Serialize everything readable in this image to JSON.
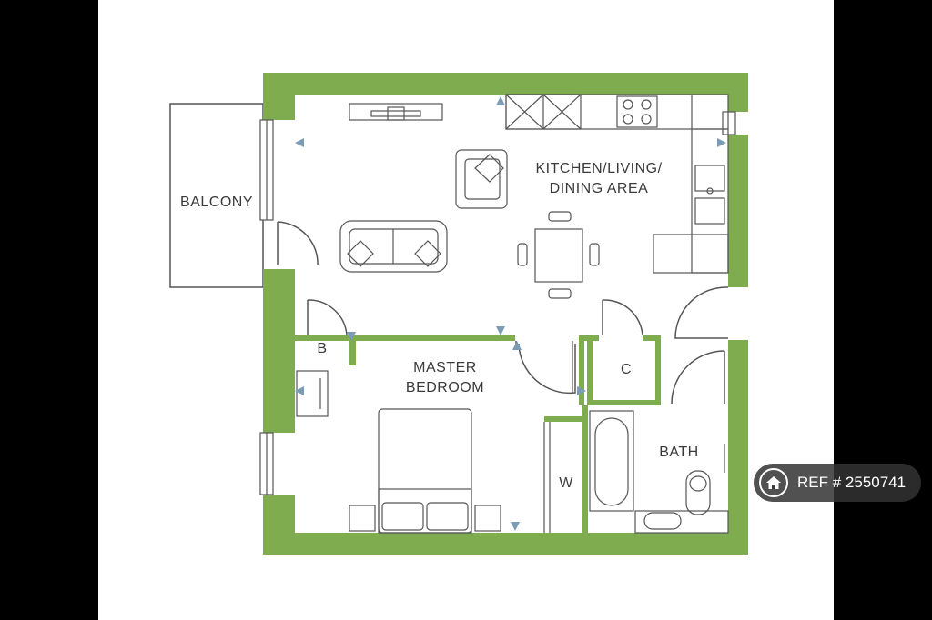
{
  "rooms": {
    "balcony": "BALCONY",
    "kitchen": "KITCHEN/LIVING/\nDINING AREA",
    "master_bedroom": "MASTER\nBEDROOM",
    "bath": "BATH",
    "b": "B",
    "c": "C",
    "w": "W"
  },
  "reference": {
    "text": "REF # 2550741"
  },
  "colors": {
    "wall": "#7fac4e",
    "line": "#555555",
    "arrow": "#7a9cb4",
    "background": "#ffffff",
    "letterbox": "#000000"
  },
  "icons": {
    "reference": "home-icon"
  }
}
